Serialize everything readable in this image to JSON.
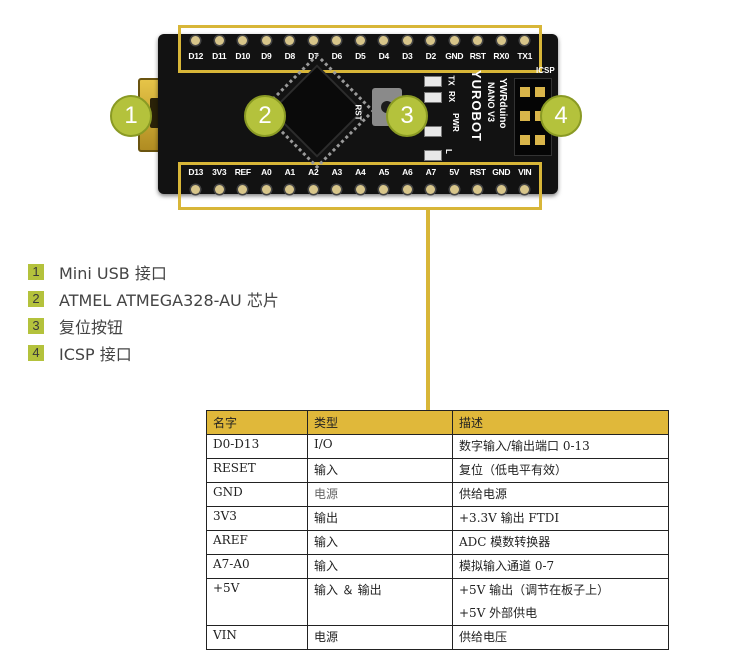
{
  "board": {
    "top_pins": [
      "D12",
      "D11",
      "D10",
      "D9",
      "D8",
      "D7",
      "D6",
      "D5",
      "D4",
      "D3",
      "D2",
      "GND",
      "RST",
      "RX0",
      "TX1"
    ],
    "bottom_pins": [
      "D13",
      "3V3",
      "REF",
      "A0",
      "A1",
      "A2",
      "A3",
      "A4",
      "A5",
      "A6",
      "A7",
      "5V",
      "RST",
      "GND",
      "VIN"
    ],
    "icsp_label": "ICSP",
    "rst_label": "RST",
    "brand_line1": "YWRduino",
    "brand_line2": "NANO V3",
    "brand_line3": "YUROBOT",
    "led_labels": [
      "TX",
      "RX",
      "PWR",
      "L"
    ]
  },
  "badges": [
    "1",
    "2",
    "3",
    "4"
  ],
  "legend": [
    {
      "num": "1",
      "text": "Mini USB 接口"
    },
    {
      "num": "2",
      "text": "ATMEL ATMEGA328-AU  芯片"
    },
    {
      "num": "3",
      "text": "复位按钮"
    },
    {
      "num": "4",
      "text": "ICSP 接口"
    }
  ],
  "table": {
    "headers": [
      "名字",
      "类型",
      "描述"
    ],
    "rows": [
      [
        "D0-D13",
        "I/O",
        "数字输入/输出端口 0-13"
      ],
      [
        "RESET",
        "输入",
        "复位（低电平有效）"
      ],
      [
        "GND",
        "电源",
        "供给电源"
      ],
      [
        "3V3",
        "输出",
        "+3.3V 输出  FTDI"
      ],
      [
        "AREF",
        "输入",
        "ADC 模数转换器"
      ],
      [
        "A7-A0",
        "输入",
        "模拟输入通道 0-7"
      ],
      [
        "+5V",
        "输入 ＆ 输出",
        "+5V  输出（调节在板子上）"
      ],
      [
        "",
        "",
        "+5V  外部供电"
      ],
      [
        "VIN",
        "电源",
        "供给电压"
      ]
    ]
  },
  "colors": {
    "accent": "#d8b638",
    "badge": "#b4c23c",
    "board": "#121212"
  }
}
